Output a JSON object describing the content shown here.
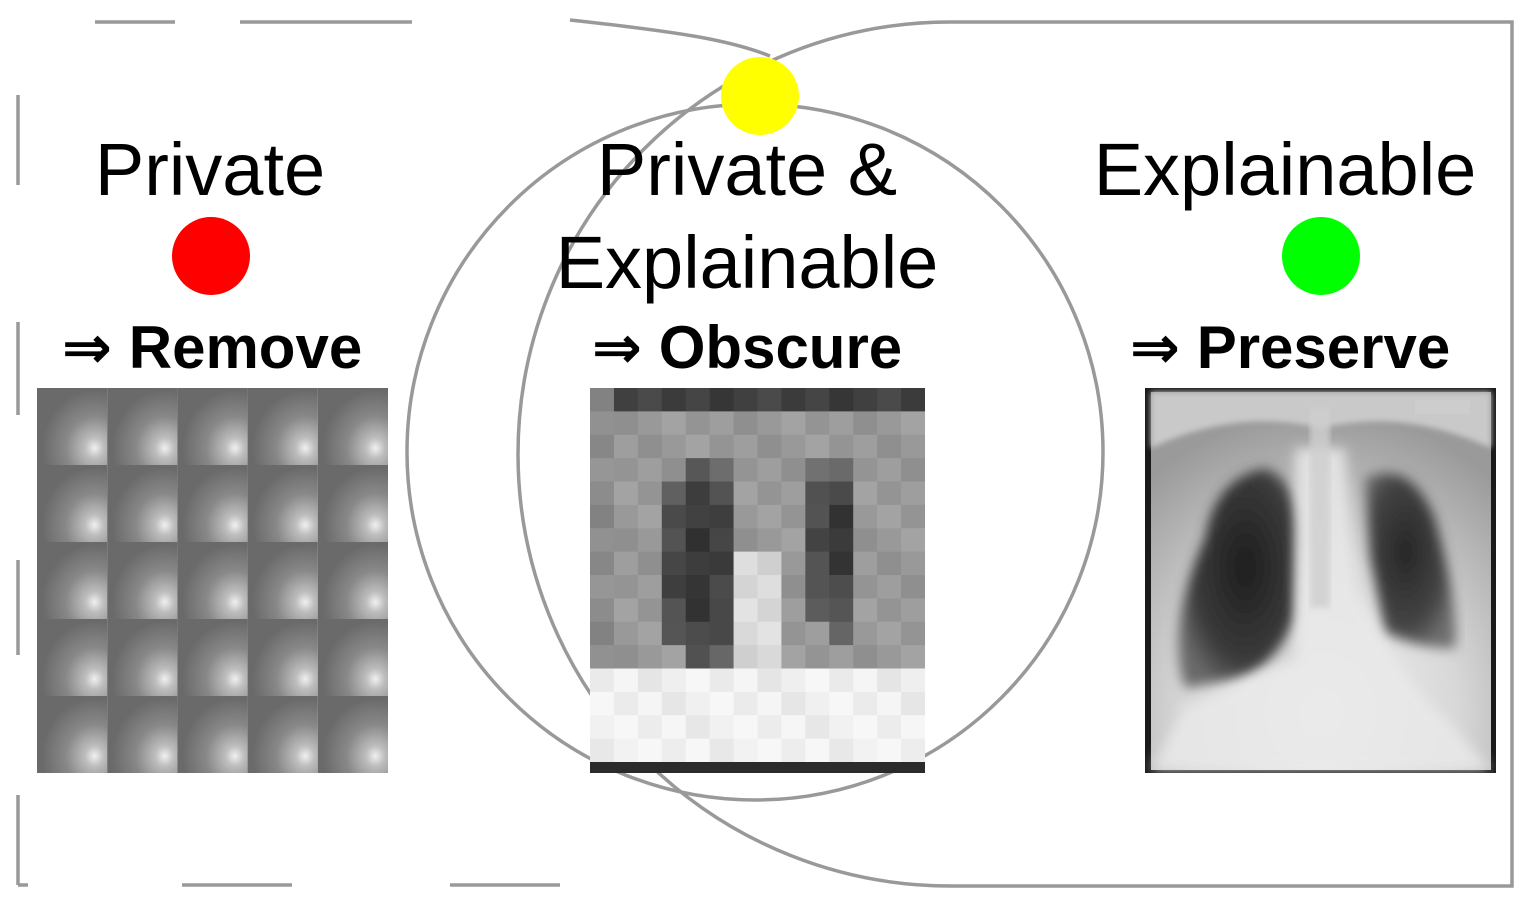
{
  "colors": {
    "background": "#ffffff",
    "outline": "#999999",
    "private": "#ff0000",
    "private_explainable": "#ffff00",
    "explainable": "#00ff00"
  },
  "panels": {
    "private": {
      "title": "Private",
      "arrow": "⇒",
      "action": "Remove",
      "image": "grid-of-removed-patches"
    },
    "private_explainable": {
      "title_line1": "Private &",
      "title_line2": "Explainable",
      "arrow": "⇒",
      "action": "Obscure",
      "image": "pixelated-chest-xray"
    },
    "explainable": {
      "title": "Explainable",
      "arrow": "⇒",
      "action": "Preserve",
      "image": "chest-xray"
    }
  }
}
